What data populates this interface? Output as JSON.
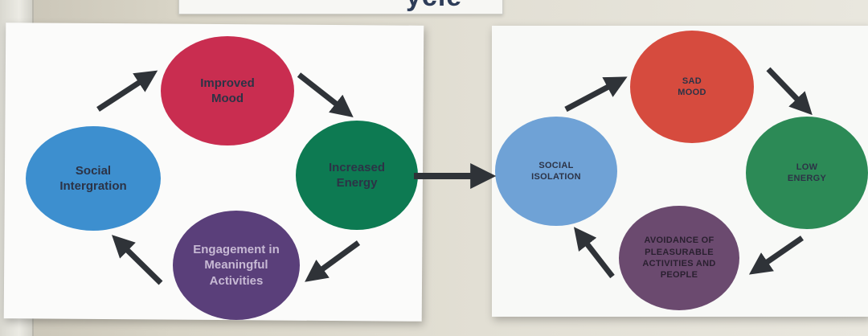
{
  "top_sign": {
    "text": "ycle"
  },
  "left_cycle": {
    "improved_mood": "Improved\nMood",
    "increased_energy": "Increased\nEnergy",
    "engagement": "Engagement in\nMeaningful\nActivities",
    "social_integration": "Social\nIntergration"
  },
  "right_cycle": {
    "sad_mood": "SAD\nMOOD",
    "low_energy": "LOW\nENERGY",
    "avoidance": "AVOIDANCE OF\nPLEASURABLE\nACTIVITIES AND\nPEOPLE",
    "social_isolation": "SOCIAL\nISOLATION"
  },
  "colors": {
    "mood_left": "#c92d50",
    "energy_left": "#0d7a52",
    "engagement_left": "#5a3f7a",
    "integration_left": "#3d8fcf",
    "mood_right": "#d64b3e",
    "energy_right": "#2c8a56",
    "avoidance_right": "#6b4a6f",
    "isolation_right": "#6fa2d6",
    "arrow": "#2f3338"
  }
}
